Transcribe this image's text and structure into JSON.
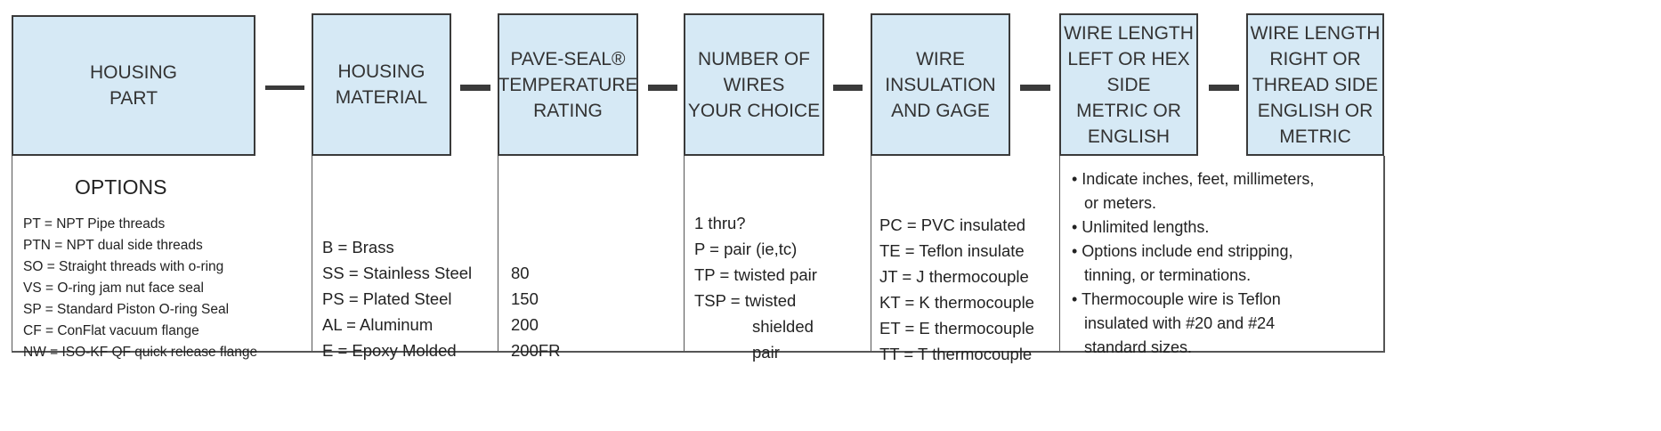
{
  "header_boxes": [
    {
      "lines": [
        "HOUSING",
        "PART"
      ]
    },
    {
      "lines": [
        "HOUSING",
        "MATERIAL"
      ]
    },
    {
      "lines": [
        "PAVE-SEAL®",
        "TEMPERATURE",
        "RATING"
      ]
    },
    {
      "lines": [
        "NUMBER OF",
        "WIRES",
        "YOUR CHOICE"
      ]
    },
    {
      "lines": [
        "WIRE",
        "INSULATION",
        "AND GAGE"
      ]
    },
    {
      "lines": [
        "WIRE LENGTH",
        "LEFT OR HEX",
        "SIDE",
        "METRIC OR",
        "ENGLISH"
      ]
    },
    {
      "lines": [
        "WIRE LENGTH",
        "RIGHT OR",
        "THREAD SIDE",
        "ENGLISH OR",
        "METRIC"
      ]
    }
  ],
  "options_title": "OPTIONS",
  "housing_part_options": [
    "PT = NPT Pipe threads",
    "PTN = NPT dual side threads",
    "SO = Straight threads with o-ring",
    "VS = O-ring jam nut face seal",
    "SP = Standard Piston O-ring Seal",
    "CF = ConFlat vacuum flange",
    "NW = ISO-KF QF quick release flange"
  ],
  "housing_material_options": [
    "B = Brass",
    "SS = Stainless Steel",
    "PS = Plated Steel",
    "AL = Aluminum",
    "E = Epoxy Molded"
  ],
  "temperature_options": [
    "80",
    "150",
    "200",
    "200FR"
  ],
  "wires_options": [
    "1 thru?",
    "P = pair (ie,tc)",
    "TP = twisted pair",
    "TSP = twisted",
    "shielded",
    "pair"
  ],
  "insulation_options": [
    "PC = PVC  insulated",
    "TE = Teflon insulate",
    "JT = J thermocouple",
    "KT = K thermocouple",
    "ET = E thermocouple",
    "TT = T thermocouple"
  ],
  "length_notes": [
    "• Indicate inches, feet, millimeters,",
    "or meters.",
    "• Unlimited lengths.",
    "• Options include end stripping,",
    "tinning, or terminations.",
    "• Thermocouple wire is Teflon",
    "insulated with #20 and #24",
    "standard sizes."
  ]
}
